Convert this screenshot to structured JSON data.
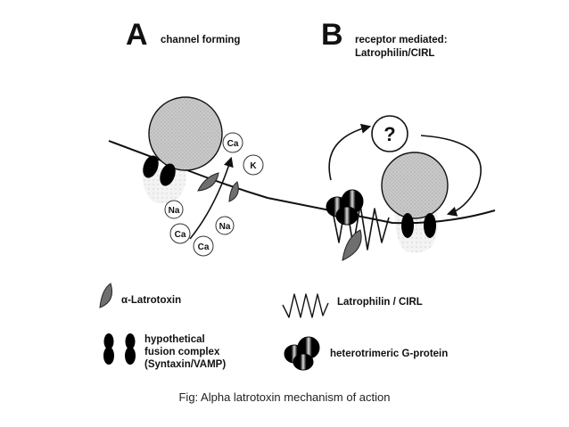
{
  "panel_a": {
    "letter": "A",
    "title": "channel forming"
  },
  "panel_b": {
    "letter": "B",
    "title_line1": "receptor mediated:",
    "title_line2": "Latrophilin/CIRL"
  },
  "ions": {
    "ca1": "Ca",
    "k": "K",
    "na1": "Na",
    "ca2": "Ca",
    "na2": "Na",
    "ca3": "Ca"
  },
  "question_mark": "?",
  "legend": {
    "latrotoxin": "α-Latrotoxin",
    "latrophilin": "Latrophilin / CIRL",
    "fusion_line1": "hypothetical",
    "fusion_line2": "fusion complex",
    "fusion_line3": "(Syntaxin/VAMP)",
    "gprotein": "heterotrimeric G-protein"
  },
  "caption": "Fig: Alpha latrotoxin mechanism of action"
}
